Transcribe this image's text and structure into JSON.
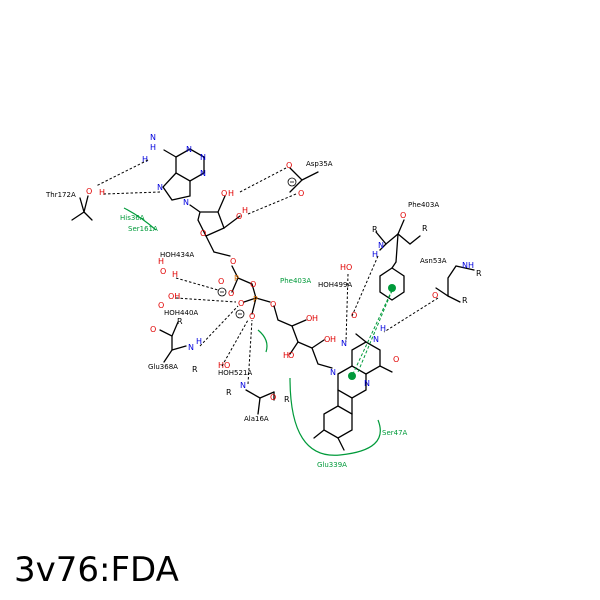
{
  "title": "3v76:FDA",
  "residues": {
    "thr172a": "Thr172A",
    "his36a": "His36A",
    "ser161a": "Ser161A",
    "asp35a": "Asp35A",
    "phe403a_top": "Phe403A",
    "phe403a_green": "Phe403A",
    "asn53a": "Asn53A",
    "hoh434a": "HOH434A",
    "hoh440a": "HOH440A",
    "hoh499a": "HOH499A",
    "hoh521a": "HOH521A",
    "glu368a": "Glu368A",
    "ala16a": "Ala16A",
    "ser47a": "Ser47A",
    "glu339a": "Glu339A"
  },
  "atoms": {
    "N": "N",
    "O": "O",
    "H": "H",
    "P": "P",
    "R": "R",
    "NH": "NH",
    "OH": "OH",
    "HN": "HN",
    "HO": "HO",
    "H2N": "H"
  },
  "colors": {
    "oxygen": "#e00000",
    "nitrogen": "#0000dd",
    "phosphorus": "#e07000",
    "hydrophobic": "#009a3a"
  }
}
